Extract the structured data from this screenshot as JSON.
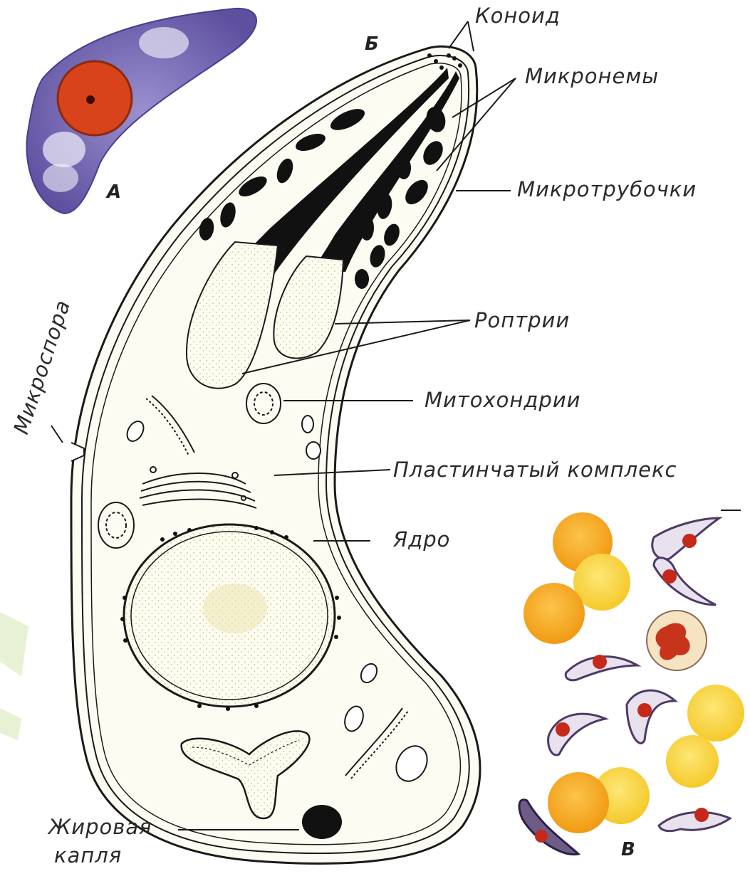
{
  "panels": {
    "a": "А",
    "b": "Б",
    "c": "В"
  },
  "labels": {
    "conoid": "Коноид",
    "micronemes": "Микронемы",
    "microtubules": "Микротрубочки",
    "rhoptries": "Роптрии",
    "mitochondria": "Митохондрии",
    "lamellar_complex": "Пластинчатый комплекс",
    "nucleus": "Ядро",
    "micropore": "Микроспора",
    "fat_droplet_line1": "Жировая",
    "fat_droplet_line2": "капля"
  },
  "colors": {
    "outline": "#1a1a1a",
    "cell_fill": "#fdfcf3",
    "organelle_black": "#111111",
    "stipple": "#d9cf8a",
    "parasite_purple": "#7b6fb3",
    "parasite_nucleus": "#d8431c",
    "rbc_orange": "#f3a41d",
    "rbc_yellow": "#f9d43a",
    "green_watermark": "#e8f2d6"
  }
}
